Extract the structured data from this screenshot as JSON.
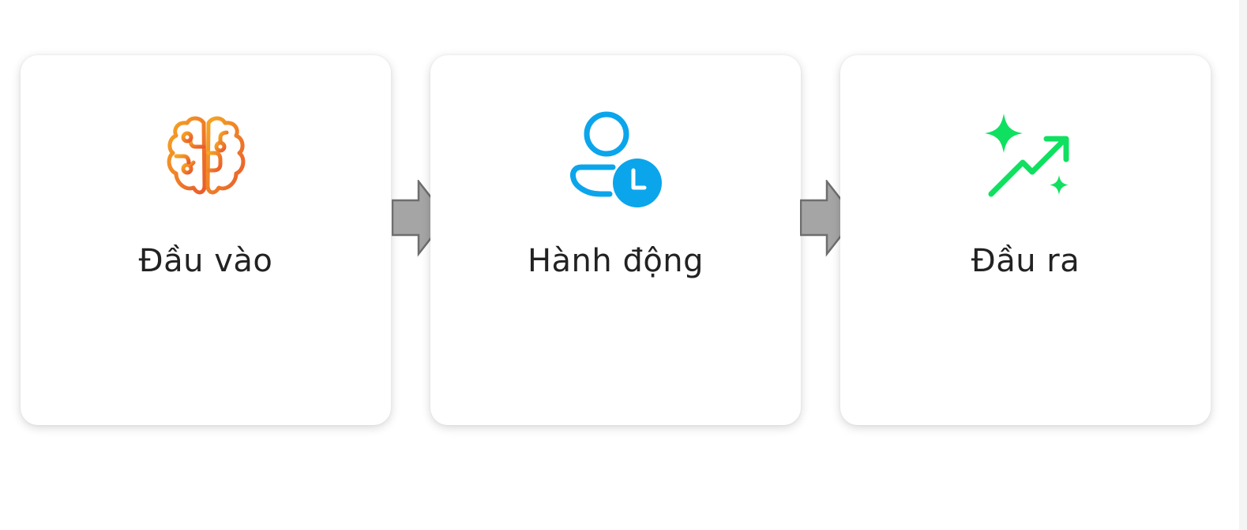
{
  "diagram": {
    "steps": [
      {
        "label": "Đầu vào",
        "icon": "brain-circuit-icon",
        "color_start": "#f5a623",
        "color_end": "#ea6a2c"
      },
      {
        "label": "Hành động",
        "icon": "user-clock-icon",
        "color": "#0ba5ec"
      },
      {
        "label": "Đầu ra",
        "icon": "sparkle-trend-up-icon",
        "color": "#10e060"
      }
    ],
    "connectors": [
      {
        "from": "Đầu vào",
        "to": "Hành động",
        "icon": "arrow-right-icon",
        "color": "#a5a5a5"
      },
      {
        "from": "Hành động",
        "to": "Đầu ra",
        "icon": "arrow-right-icon",
        "color": "#a5a5a5"
      }
    ]
  }
}
